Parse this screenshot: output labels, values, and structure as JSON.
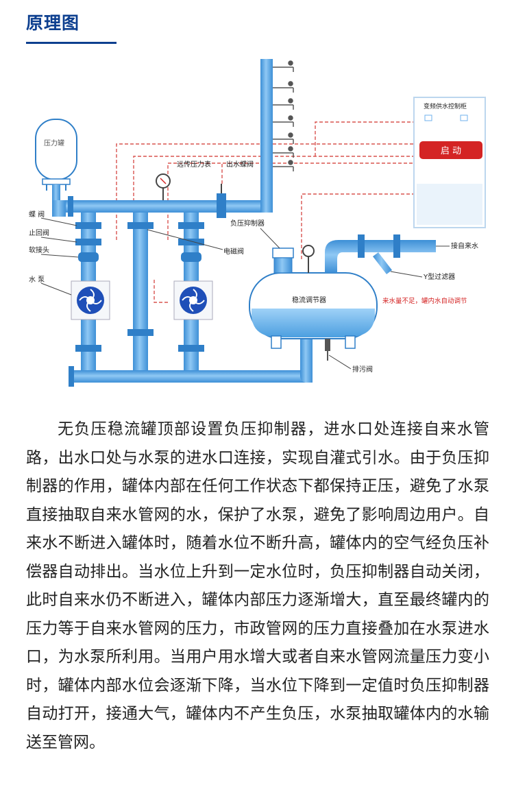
{
  "heading": "原理图",
  "diagram": {
    "labels": {
      "pressure_tank": "压力罐",
      "remote_gauge": "远传压力表",
      "outlet_valve": "出水蝶阀",
      "butterfly_valve": "蝶 阀",
      "check_valve": "止回阀",
      "soft_joint": "软接头",
      "water_pump": "水 泵",
      "neg_suppressor": "负压抑制器",
      "solenoid_valve": "电磁阀",
      "stabilizer_tank": "稳流调节器",
      "control_cabinet": "变频供水控制柜",
      "start_button": "启 动",
      "mains_inlet": "接自来水",
      "y_filter": "Y型过滤器",
      "low_water_note": "来水量不足，罐内水自动调节",
      "drain_valve": "排污阀"
    },
    "colors": {
      "pipe": "#6fb2ec",
      "pipe_dark": "#2f7fc8",
      "signal": "#d9534f",
      "button": "#d42424",
      "cabinet_border": "#bcd6ee"
    }
  },
  "description": "无负压稳流罐顶部设置负压抑制器，进水口处连接自来水管路，出水口处与水泵的进水口连接，实现自灌式引水。由于负压抑制器的作用，罐体内部在任何工作状态下都保持正压，避免了水泵直接抽取自来水管网的水，保护了水泵，避免了影响周边用户。自来水不断进入罐体时，随着水位不断升高，罐体内的空气经负压补偿器自动排出。当水位上升到一定水位时，负压抑制器自动关闭，此时自来水仍不断进入，罐体内部压力逐渐增大，直至最终罐内的压力等于自来水管网的压力，市政管网的压力直接叠加在水泵进水口，为水泵所利用。当用户用水增大或者自来水管网流量压力变小时，罐体内部水位会逐渐下降，当水位下降到一定值时负压抑制器自动打开，接通大气，罐体内不产生负压，水泵抽取罐体内的水输送至管网。"
}
